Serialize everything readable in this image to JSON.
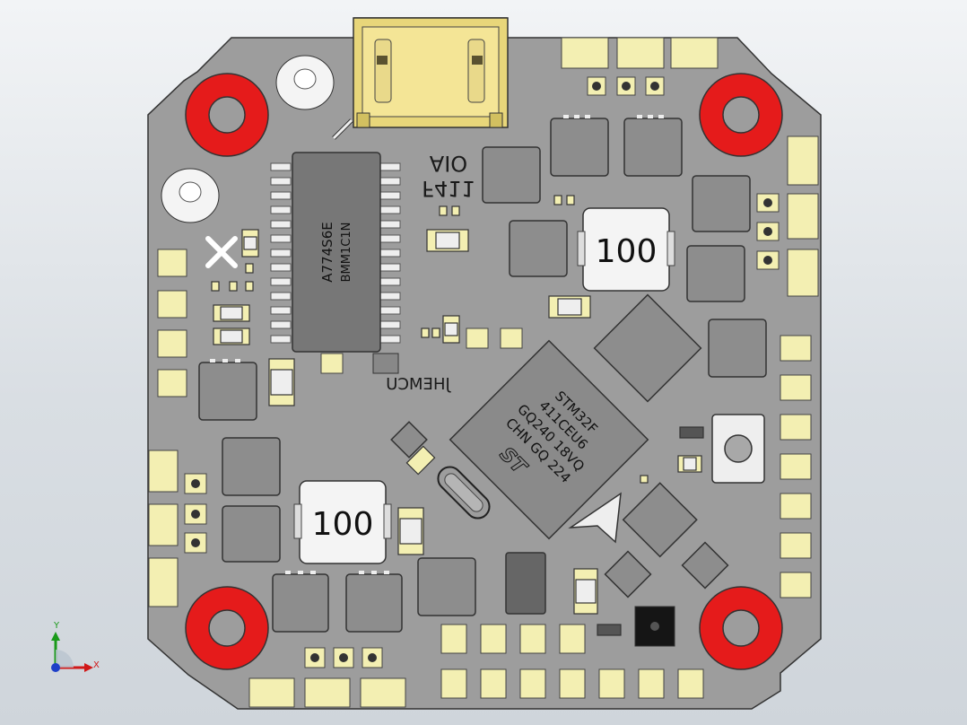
{
  "board": {
    "silkscreen_model": "F411",
    "silkscreen_variant": "AIO",
    "silkscreen_brand": "JHEMCU",
    "left_ic_line1": "A774S6E",
    "left_ic_line2": "BMM1C1N",
    "inductor_top_label": "100",
    "inductor_bottom_label": "100",
    "mcu_line1": "STM32F",
    "mcu_line2": "411CEU6",
    "mcu_line3": "GQ240 18VQ",
    "mcu_line4": "CHN GQ 224",
    "mcu_logo": "ST"
  },
  "triad": {
    "y_label": "Y",
    "x_label": "X"
  },
  "colors": {
    "pcb": "#9c9c9c",
    "pad": "#f3efb2",
    "mount_ring": "#e81c1c",
    "ic_body": "#7b7b7b"
  }
}
